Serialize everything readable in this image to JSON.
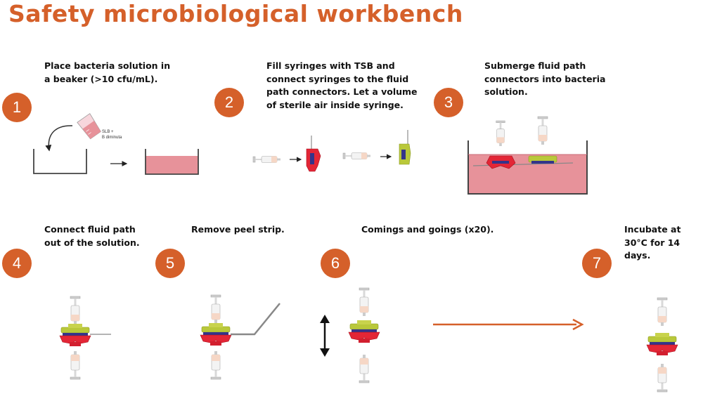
{
  "title": "Safety microbiological workbench",
  "colors": {
    "accent": "#d5602a",
    "solution": "#e7929a",
    "connector_red": "#e32636",
    "connector_green": "#b9c83a"
  },
  "steps": [
    {
      "number": "1",
      "text": "Place bacteria solution in a beaker (>10 cfu/mL)."
    },
    {
      "number": "2",
      "text": "Fill syringes with TSB and connect syringes to the fluid path connectors. Let a volume of sterile air inside syringe."
    },
    {
      "number": "3",
      "text": "Submerge fluid path connectors into bacteria solution."
    },
    {
      "number": "4",
      "text": "Connect fluid path out of the solution."
    },
    {
      "number": "5",
      "text": "Remove peel strip."
    },
    {
      "number": "6",
      "text": "Comings and goings (x20)."
    },
    {
      "number": "7",
      "text": "Incubate at 30°C for 14 days."
    }
  ],
  "labels": {
    "beaker_label_1": "SLB +",
    "beaker_label_2": "B diminuta"
  }
}
